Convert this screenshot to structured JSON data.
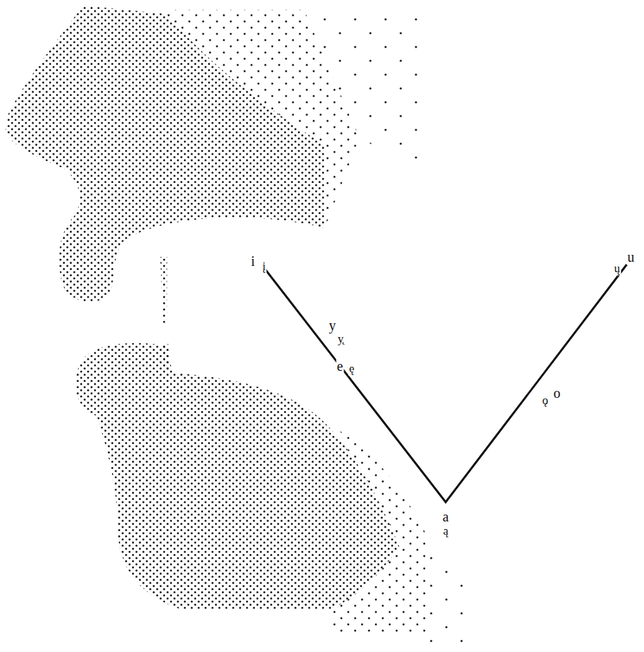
{
  "diagram": {
    "labels": [
      "i",
      "į",
      "y",
      "y̨",
      "e",
      "ę",
      "a",
      "ą",
      "ǫ",
      "o",
      "ų",
      "u"
    ]
  }
}
